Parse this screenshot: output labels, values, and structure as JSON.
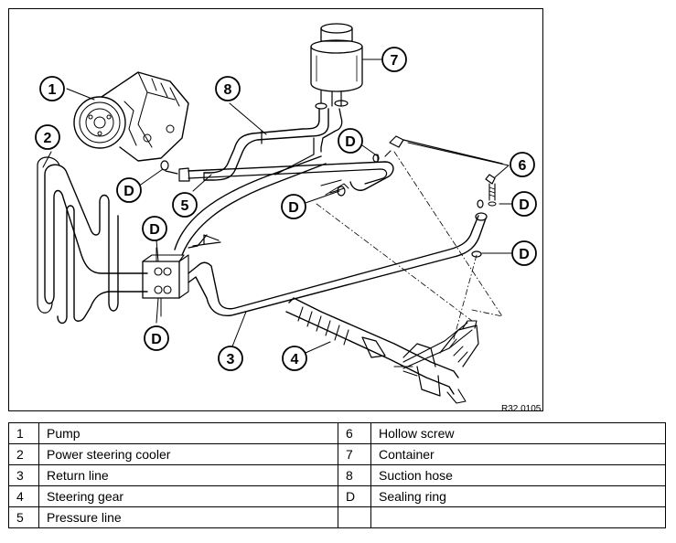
{
  "diagram": {
    "reference": "R32 0105",
    "callouts": {
      "c1": "1",
      "c2": "2",
      "c3": "3",
      "c4": "4",
      "c5": "5",
      "c6": "6",
      "c7": "7",
      "c8": "8",
      "d": "D"
    }
  },
  "legend": {
    "rows": [
      {
        "num": "1",
        "label": "Pump",
        "num2": "6",
        "label2": "Hollow screw"
      },
      {
        "num": "2",
        "label": "Power steering cooler",
        "num2": "7",
        "label2": "Container"
      },
      {
        "num": "3",
        "label": "Return line",
        "num2": "8",
        "label2": "Suction hose"
      },
      {
        "num": "4",
        "label": "Steering gear",
        "num2": "D",
        "label2": "Sealing ring"
      },
      {
        "num": "5",
        "label": "Pressure line",
        "num2": "",
        "label2": ""
      }
    ]
  },
  "colors": {
    "line": "#000000",
    "background": "#ffffff",
    "shade": "#bdbdbd"
  }
}
